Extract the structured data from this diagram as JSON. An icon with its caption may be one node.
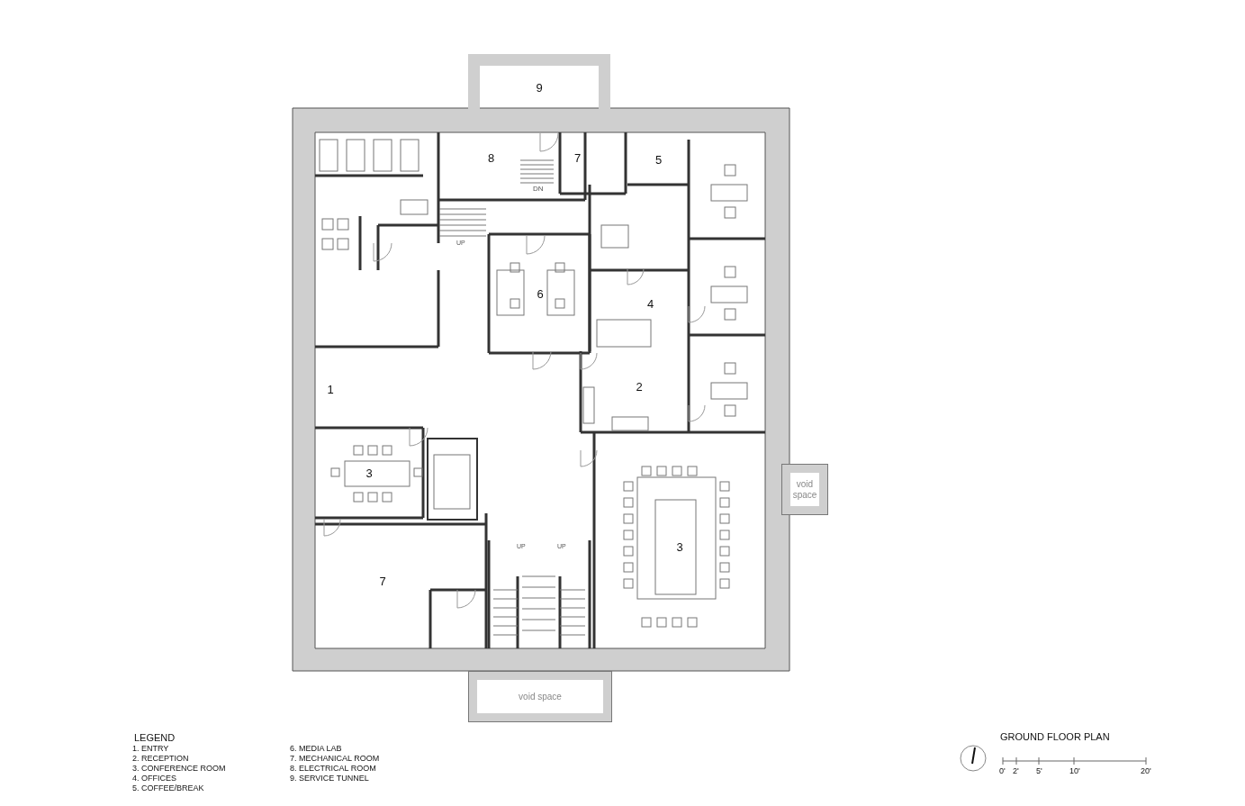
{
  "diagram": {
    "title": "GROUND FLOOR PLAN",
    "nodes": [
      {
        "text": [
          "9"
        ]
      },
      {
        "text": [
          "8"
        ]
      },
      {
        "text": [
          "7"
        ]
      },
      {
        "text": [
          "5"
        ]
      },
      {
        "text": [
          "6"
        ]
      },
      {
        "text": [
          "4"
        ]
      },
      {
        "text": [
          "1"
        ]
      },
      {
        "text": [
          "2"
        ]
      },
      {
        "text": [
          "3"
        ]
      },
      {
        "text": [
          "void space"
        ]
      },
      {
        "text": [
          "3"
        ]
      },
      {
        "text": [
          "7"
        ]
      },
      {
        "text": [
          "void space"
        ]
      }
    ],
    "labels": [
      "DN",
      "UP",
      "UP",
      "UP",
      "LEGEND",
      "1. ENTRY",
      "2. RECEPTION",
      "3. CONFERENCE ROOM",
      "4. OFFICES",
      "5. COFFEE/BREAK",
      "6. MEDIA LAB",
      "7. MECHANICAL ROOM",
      "8. ELECTRICAL ROOM",
      "9. SERVICE TUNNEL",
      "0'",
      "2'",
      "5'",
      "10'",
      "20'"
    ]
  }
}
